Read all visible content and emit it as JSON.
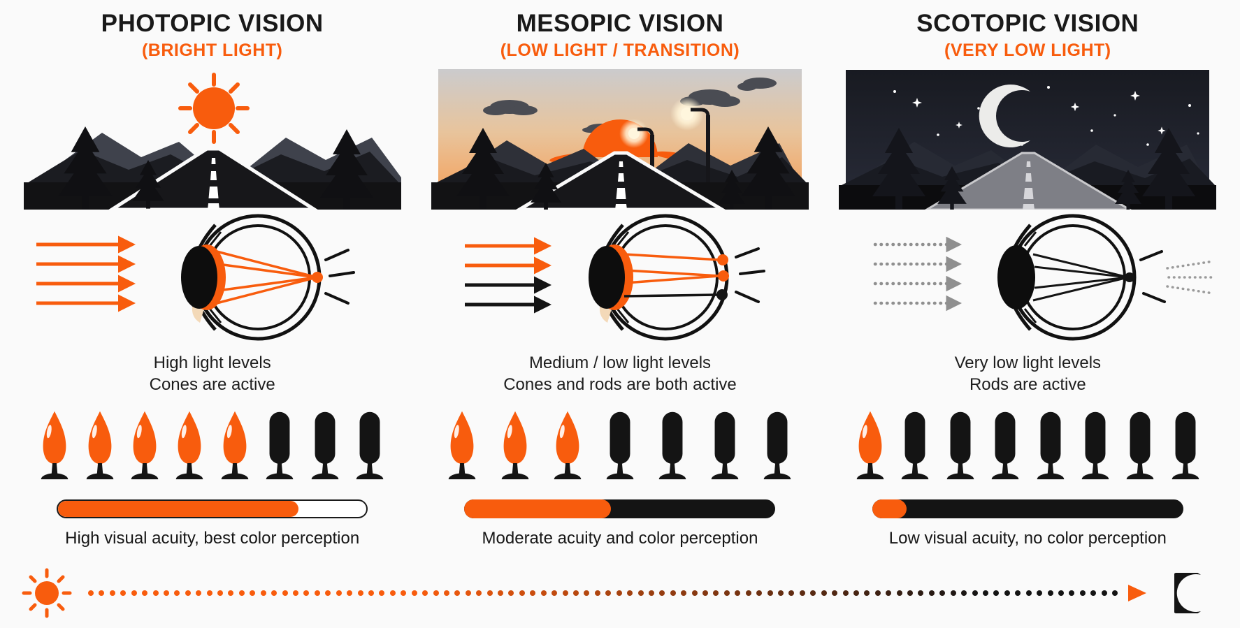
{
  "accent_color": "#F85C0D",
  "ink_color": "#141414",
  "columns": [
    {
      "id": "photopic",
      "title": "PHOTOPIC VISION",
      "subtitle": "(BRIGHT LIGHT)",
      "scene": "daylight road with sun, mountains and pine trees",
      "light_arrows": "solid-orange",
      "light_levels": "High light levels",
      "receptor_status": "Cones are active",
      "receptors": {
        "cones": 5,
        "rods": 3
      },
      "acuity_bar": {
        "fill_percent": 78,
        "track_style": "outline"
      },
      "caption": "High visual acuity, best color perception"
    },
    {
      "id": "mesopic",
      "title": "MESOPIC VISION",
      "subtitle": "(LOW LIGHT / TRANSITION)",
      "scene": "sunset road with setting sun, clouds and street lamps",
      "light_arrows": "mixed-orange-black",
      "light_levels": "Medium / low light levels",
      "receptor_status": "Cones and rods are both active",
      "receptors": {
        "cones": 3,
        "rods": 4
      },
      "acuity_bar": {
        "fill_percent": 47,
        "track_style": "black"
      },
      "caption": "Moderate acuity and color perception"
    },
    {
      "id": "scotopic",
      "title": "SCOTOPIC VISION",
      "subtitle": "(VERY LOW LIGHT)",
      "scene": "night road with crescent moon and stars",
      "light_arrows": "dotted-gray",
      "light_levels": "Very low light levels",
      "receptor_status": "Rods are active",
      "receptors": {
        "cones": 1,
        "rods": 7
      },
      "acuity_bar": {
        "fill_percent": 11,
        "track_style": "black"
      },
      "caption": "Low visual acuity, no color perception"
    }
  ],
  "timeline": {
    "left_icon": "sun-icon",
    "right_icon": "moon-icon",
    "dot_count": 96,
    "start_color": "#F85C0D",
    "end_color": "#141414"
  }
}
